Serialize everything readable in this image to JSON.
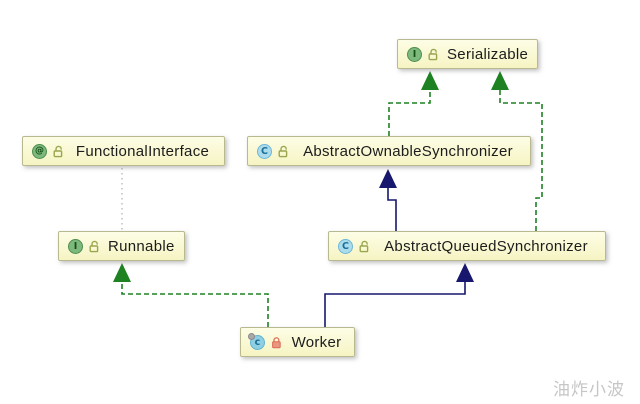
{
  "diagram": {
    "watermark": "油炸小波",
    "icon_letters": {
      "interface": "I",
      "class": "C",
      "annotation": "@",
      "inner_class": "c"
    },
    "nodes": {
      "serializable": {
        "label": "Serializable",
        "kind": "interface",
        "visibility": "public"
      },
      "functional": {
        "label": "FunctionalInterface",
        "kind": "annotation",
        "visibility": "public"
      },
      "aos": {
        "label": "AbstractOwnableSynchronizer",
        "kind": "class",
        "visibility": "public"
      },
      "runnable": {
        "label": "Runnable",
        "kind": "interface",
        "visibility": "public"
      },
      "aqs": {
        "label": "AbstractQueuedSynchronizer",
        "kind": "class",
        "visibility": "public"
      },
      "worker": {
        "label": "Worker",
        "kind": "inner-class",
        "visibility": "private"
      }
    },
    "edges": [
      {
        "from": "AbstractOwnableSynchronizer",
        "to": "Serializable",
        "type": "implements"
      },
      {
        "from": "AbstractQueuedSynchronizer",
        "to": "Serializable",
        "type": "implements"
      },
      {
        "from": "AbstractQueuedSynchronizer",
        "to": "AbstractOwnableSynchronizer",
        "type": "extends"
      },
      {
        "from": "Worker",
        "to": "Runnable",
        "type": "implements"
      },
      {
        "from": "Worker",
        "to": "AbstractQueuedSynchronizer",
        "type": "extends"
      },
      {
        "from": "FunctionalInterface",
        "to": "Runnable",
        "type": "annotates"
      }
    ],
    "colors": {
      "implements_green": "#1e8222",
      "extends_navy": "#17176e",
      "annotation_dotted": "#aab4a2",
      "node_fill": "#f9f8d0",
      "node_border": "#b9b990"
    }
  }
}
